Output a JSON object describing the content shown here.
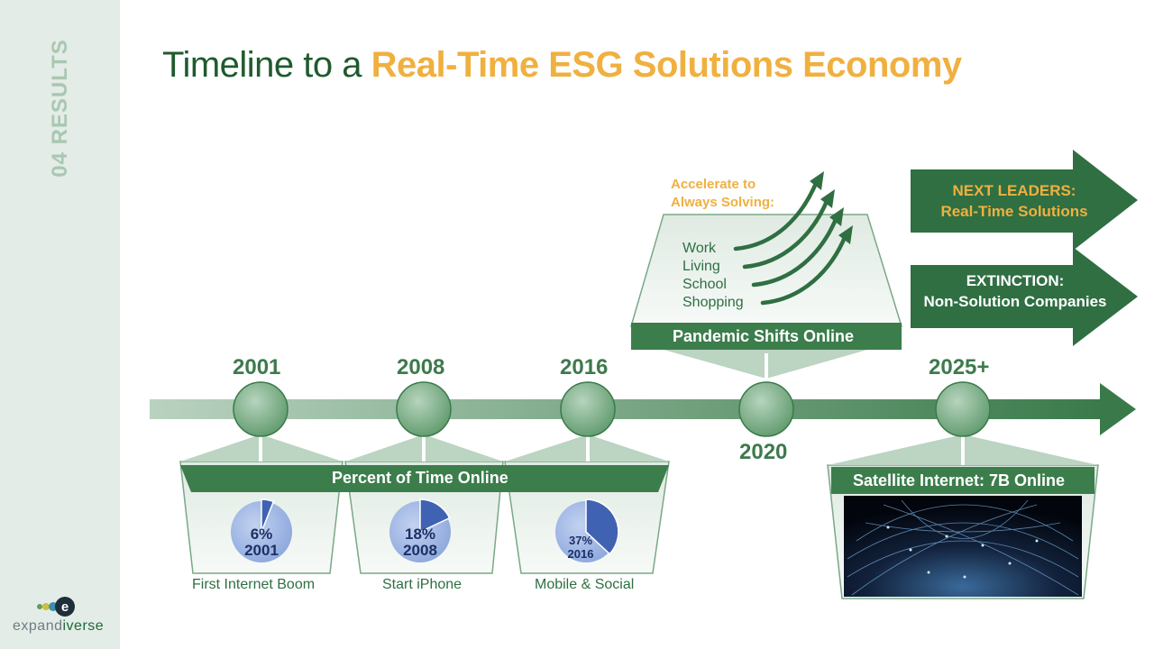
{
  "sidebar": {
    "section_label": "04 RESULTS",
    "logo_text_a": "expand",
    "logo_text_b": "iverse"
  },
  "title": {
    "part1": "Timeline to a ",
    "part2": "Real-Time ESG Solutions Economy"
  },
  "timeline": {
    "years": [
      "2001",
      "2008",
      "2016",
      "2020",
      "2025+"
    ],
    "percent_banner": "Percent of Time Online",
    "pies": [
      {
        "percent_label": "6%",
        "year_label": "2001",
        "caption": "First Internet Boom",
        "fraction": 0.06
      },
      {
        "percent_label": "18%",
        "year_label": "2008",
        "caption": "Start iPhone",
        "fraction": 0.18
      },
      {
        "percent_label": "37%",
        "year_label": "2016",
        "caption": "Mobile & Social",
        "fraction": 0.37
      }
    ],
    "pandemic": {
      "banner": "Pandemic Shifts Online",
      "accelerate_line1": "Accelerate to",
      "accelerate_line2": "Always Solving:",
      "activities": [
        "Work",
        "Living",
        "School",
        "Shopping"
      ]
    },
    "satellite": {
      "banner": "Satellite Internet: 7B Online"
    },
    "next_leaders": {
      "line1": "NEXT LEADERS:",
      "line2": "Real-Time Solutions"
    },
    "extinction": {
      "line1": "EXTINCTION:",
      "line2": "Non-Solution Companies"
    }
  },
  "colors": {
    "dark_green": "#2f6f42",
    "light_green": "#a9c7b2",
    "accent_gold": "#f0b040",
    "pie_blue": "#5a7fc4"
  }
}
